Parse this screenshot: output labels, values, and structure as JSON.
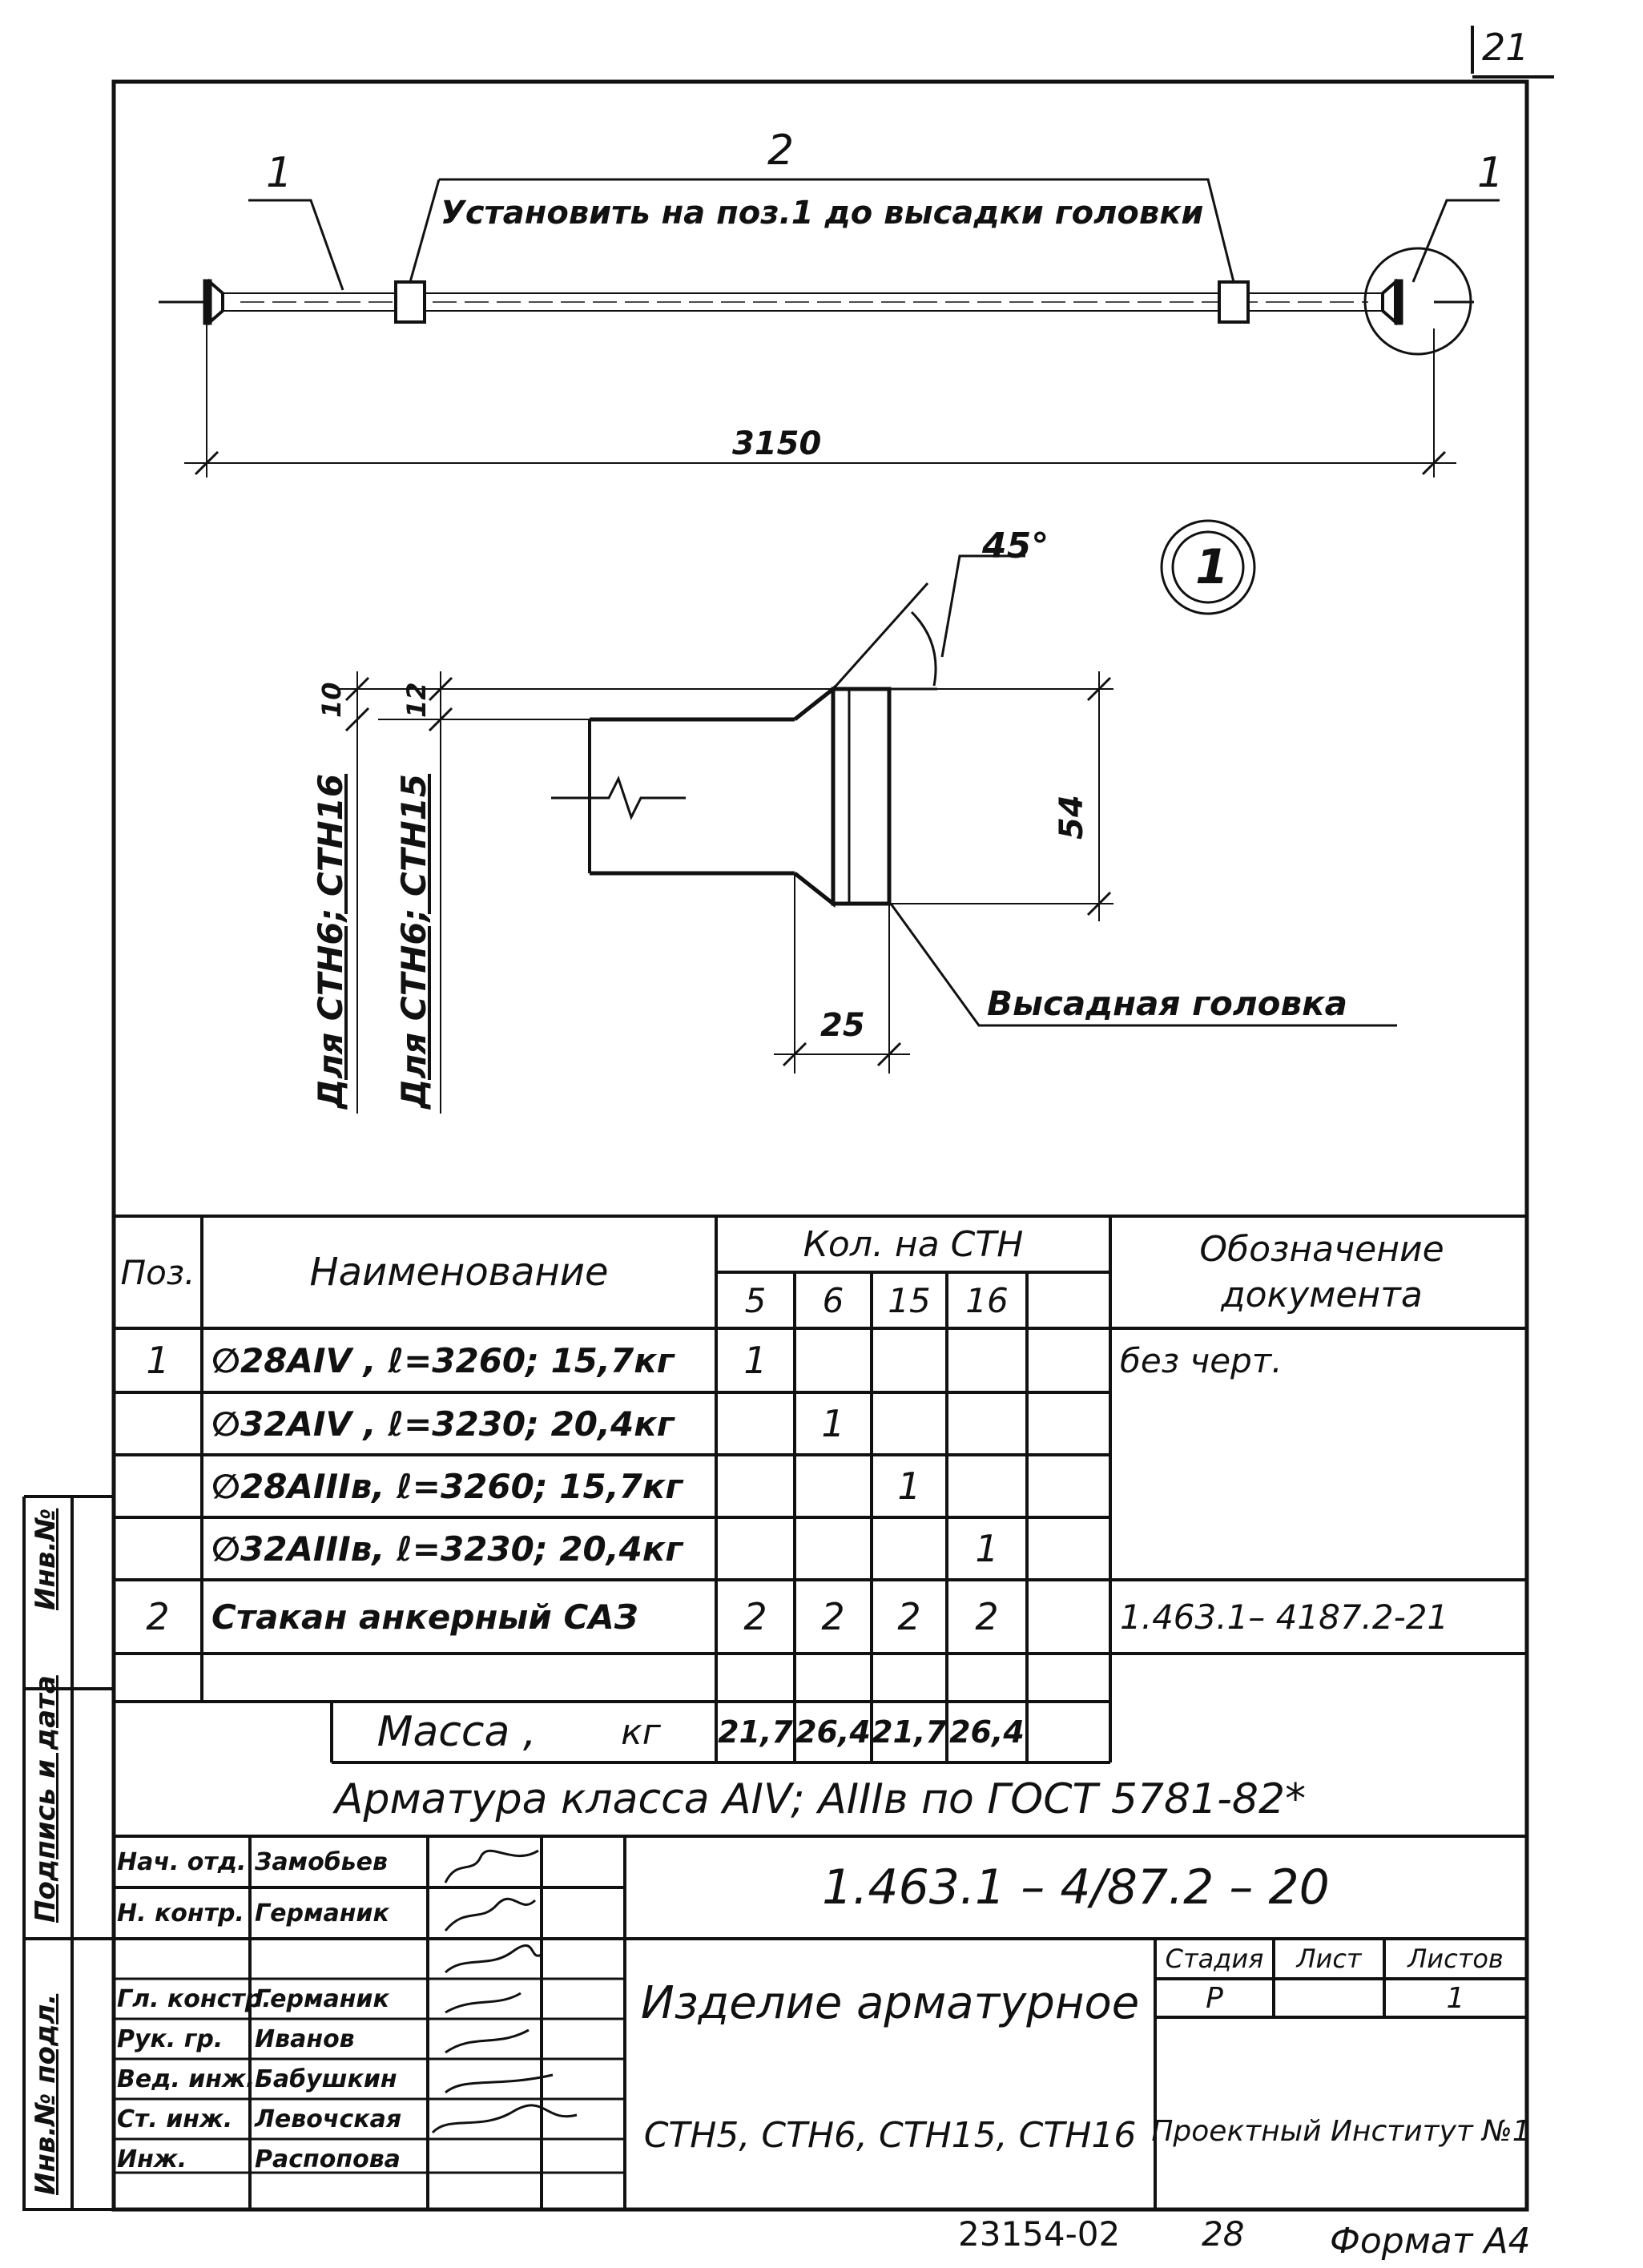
{
  "sheet_number": "21",
  "drawing": {
    "pos_labels": [
      "1",
      "2",
      "1"
    ],
    "note": "Установить на поз.1 до высадки головки",
    "overall_length": "3150",
    "detail_marker": "1",
    "angle": "45°",
    "dim_10": "10",
    "dim_12": "12",
    "dim_54": "54",
    "dim_25": "25",
    "head_label": "Высадная головка",
    "variant_1": "Для СТН6; СТН16",
    "variant_2": "Для СТН6; СТН15"
  },
  "table": {
    "headers": {
      "pos": "Поз.",
      "name": "Наименование",
      "qty": "Кол. на СТН",
      "doc": "Обозначение документа",
      "cols": [
        "5",
        "6",
        "15",
        "16"
      ]
    },
    "rows": [
      {
        "pos": "1",
        "name": "∅28АIV , ℓ=3260; 15,7кг",
        "q": [
          "1",
          "",
          "",
          ""
        ],
        "doc": "без черт."
      },
      {
        "pos": "",
        "name": "∅32АIV , ℓ=3230; 20,4кг",
        "q": [
          "",
          "1",
          "",
          ""
        ],
        "doc": ""
      },
      {
        "pos": "",
        "name": "∅28АIIIв, ℓ=3260; 15,7кг",
        "q": [
          "",
          "",
          "1",
          ""
        ],
        "doc": ""
      },
      {
        "pos": "",
        "name": "∅32АIIIв, ℓ=3230; 20,4кг",
        "q": [
          "",
          "",
          "",
          "1"
        ],
        "doc": ""
      },
      {
        "pos": "2",
        "name": "Стакан анкерный САЗ",
        "q": [
          "2",
          "2",
          "2",
          "2"
        ],
        "doc": "1.463.1– 4187.2-21"
      },
      {
        "pos": "",
        "name": "",
        "q": [
          "",
          "",
          "",
          ""
        ],
        "doc": ""
      }
    ],
    "mass_label": "Масса ,",
    "mass_unit": "кг",
    "mass": [
      "21,7",
      "26,4",
      "21,7",
      "26,4"
    ],
    "note": "Арматура класса АIV; АIIIв по ГОСТ 5781-82*"
  },
  "left_margin": {
    "inv_no": "Инв.№",
    "sign_date": "Подпись и дата",
    "inv_orig": "Инв.№ подл."
  },
  "title_block": {
    "code": "1.463.1 – 4/87.2 – 20",
    "people": [
      {
        "role": "Нач. отд.",
        "name": "Замобьев"
      },
      {
        "role": "Н. контр.",
        "name": "Германик"
      },
      {
        "role": "Гл. констр.",
        "name": "Германик"
      },
      {
        "role": "Рук. гр.",
        "name": "Иванов"
      },
      {
        "role": "Вед. инж.",
        "name": "Бабушкин"
      },
      {
        "role": "Ст. инж.",
        "name": "Левочская"
      },
      {
        "role": "Инж.",
        "name": "Распопова"
      }
    ],
    "title_line1": "Изделие арматурное",
    "title_line2": "СТН5, СТН6, СТН15, СТН16",
    "stage_label": "Стадия",
    "sheet_label": "Лист",
    "sheets_label": "Листов",
    "stage": "Р",
    "sheet": "",
    "sheets": "1",
    "org": "Проектный Институт №1"
  },
  "footer": {
    "archive_no": "23154-02",
    "page": "28",
    "format": "Формат А4"
  }
}
